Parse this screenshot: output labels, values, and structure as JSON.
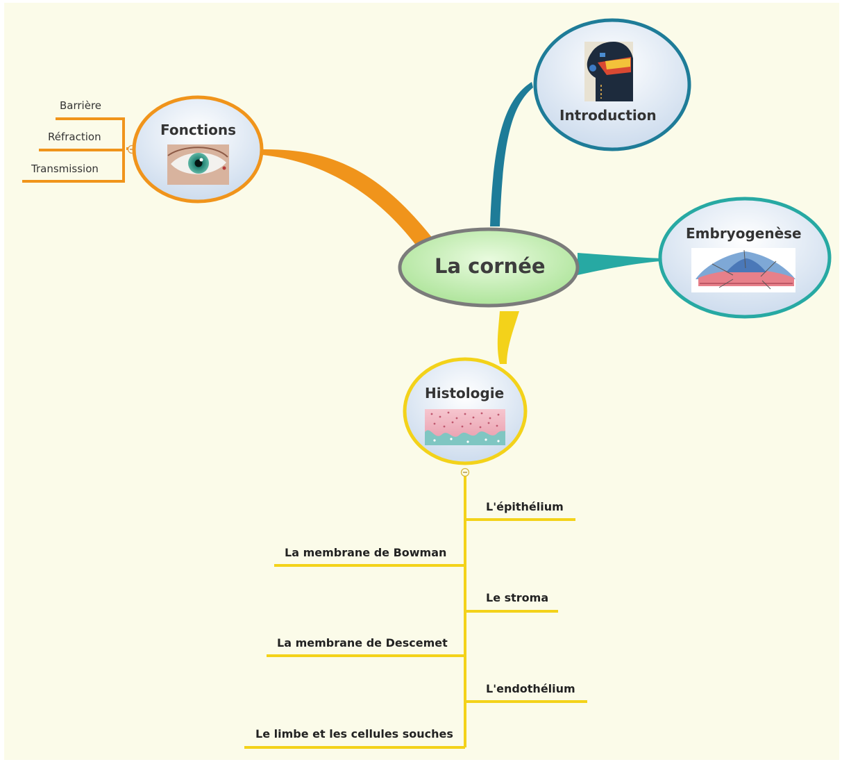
{
  "central": {
    "label": "La cornée"
  },
  "topics": {
    "introduction": {
      "label": "Introduction",
      "image": "head-profile-illustration",
      "color": "#1e7c98"
    },
    "embryogenese": {
      "label": "Embryogenèse",
      "image": "embryo-cross-section-illustration",
      "color": "#27a9a3"
    },
    "fonctions": {
      "label": "Fonctions",
      "image": "eye-photo",
      "color": "#f0941b"
    },
    "histologie": {
      "label": "Histologie",
      "image": "tissue-section-illustration",
      "color": "#f3d21a"
    }
  },
  "fonctions_children": [
    "Barrière",
    "Réfraction",
    "Transmission"
  ],
  "histologie_children": [
    "L'épithélium",
    "La membrane de Bowman",
    "Le stroma",
    "La membrane de Descemet",
    "L'endothélium",
    "Le limbe et les cellules souches"
  ],
  "collapse_glyph": "−"
}
